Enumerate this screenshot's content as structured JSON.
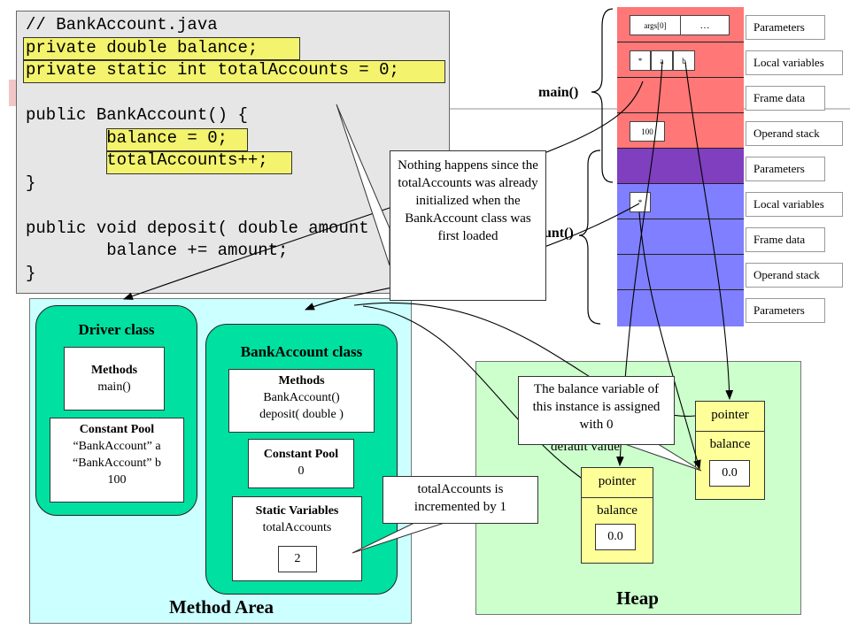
{
  "code": {
    "lines": [
      "// BankAccount.java",
      "private double balance;",
      "private static int totalAccounts = 0;",
      "",
      "public BankAccount() {",
      "        balance = 0;",
      "        totalAccounts++;",
      "}",
      "",
      "public void deposit( double amount ) {",
      "        balance += amount;",
      "}"
    ]
  },
  "stack": {
    "main_label": "main()",
    "second_label": "ount()",
    "args_cell": "args[0]",
    "ellipsis_cell": "…",
    "local_star": "*",
    "local_a": "a",
    "local_b": "b",
    "operand_value": "100",
    "ctor_star": "*",
    "row_labels": [
      "Parameters",
      "Local variables",
      "Frame data",
      "Operand stack",
      "Parameters",
      "Local variables",
      "Frame data",
      "Operand stack",
      "Parameters"
    ]
  },
  "method_area": {
    "title": "Method Area",
    "driver": {
      "title": "Driver class",
      "methods_title": "Methods",
      "methods_value": "main()",
      "pool_title": "Constant Pool",
      "pool_line1": "“BankAccount” a",
      "pool_line2": "“BankAccount” b",
      "pool_line3": "100"
    },
    "bank": {
      "title": "BankAccount class",
      "methods_title": "Methods",
      "methods_line1": "BankAccount()",
      "methods_line2": "deposit( double )",
      "pool_title": "Constant Pool",
      "pool_value": "0",
      "static_title": "Static Variables",
      "static_name": "totalAccounts",
      "static_value": "2"
    }
  },
  "heap": {
    "title": "Heap",
    "obj1": {
      "pointer": "pointer",
      "balance": "balance",
      "value": "0.0"
    },
    "obj2": {
      "pointer": "pointer",
      "balance": "balance",
      "value": "0.0"
    },
    "hidden_text": "default value"
  },
  "callouts": {
    "nothing_happens": "Nothing happens since the totalAccounts was already initialized when the BankAccount class was first loaded",
    "balance_assigned": "The balance variable of this instance is assigned with 0",
    "incremented": "totalAccounts is incremented by 1"
  },
  "colors": {
    "red_frame": "#ff7777",
    "purple": "#7f3fbf",
    "blue_frame": "#7f7fff",
    "highlight": "#f3f36d",
    "method_area": "#ccffff",
    "heap": "#ccffcc",
    "panel": "#00e0a0"
  }
}
